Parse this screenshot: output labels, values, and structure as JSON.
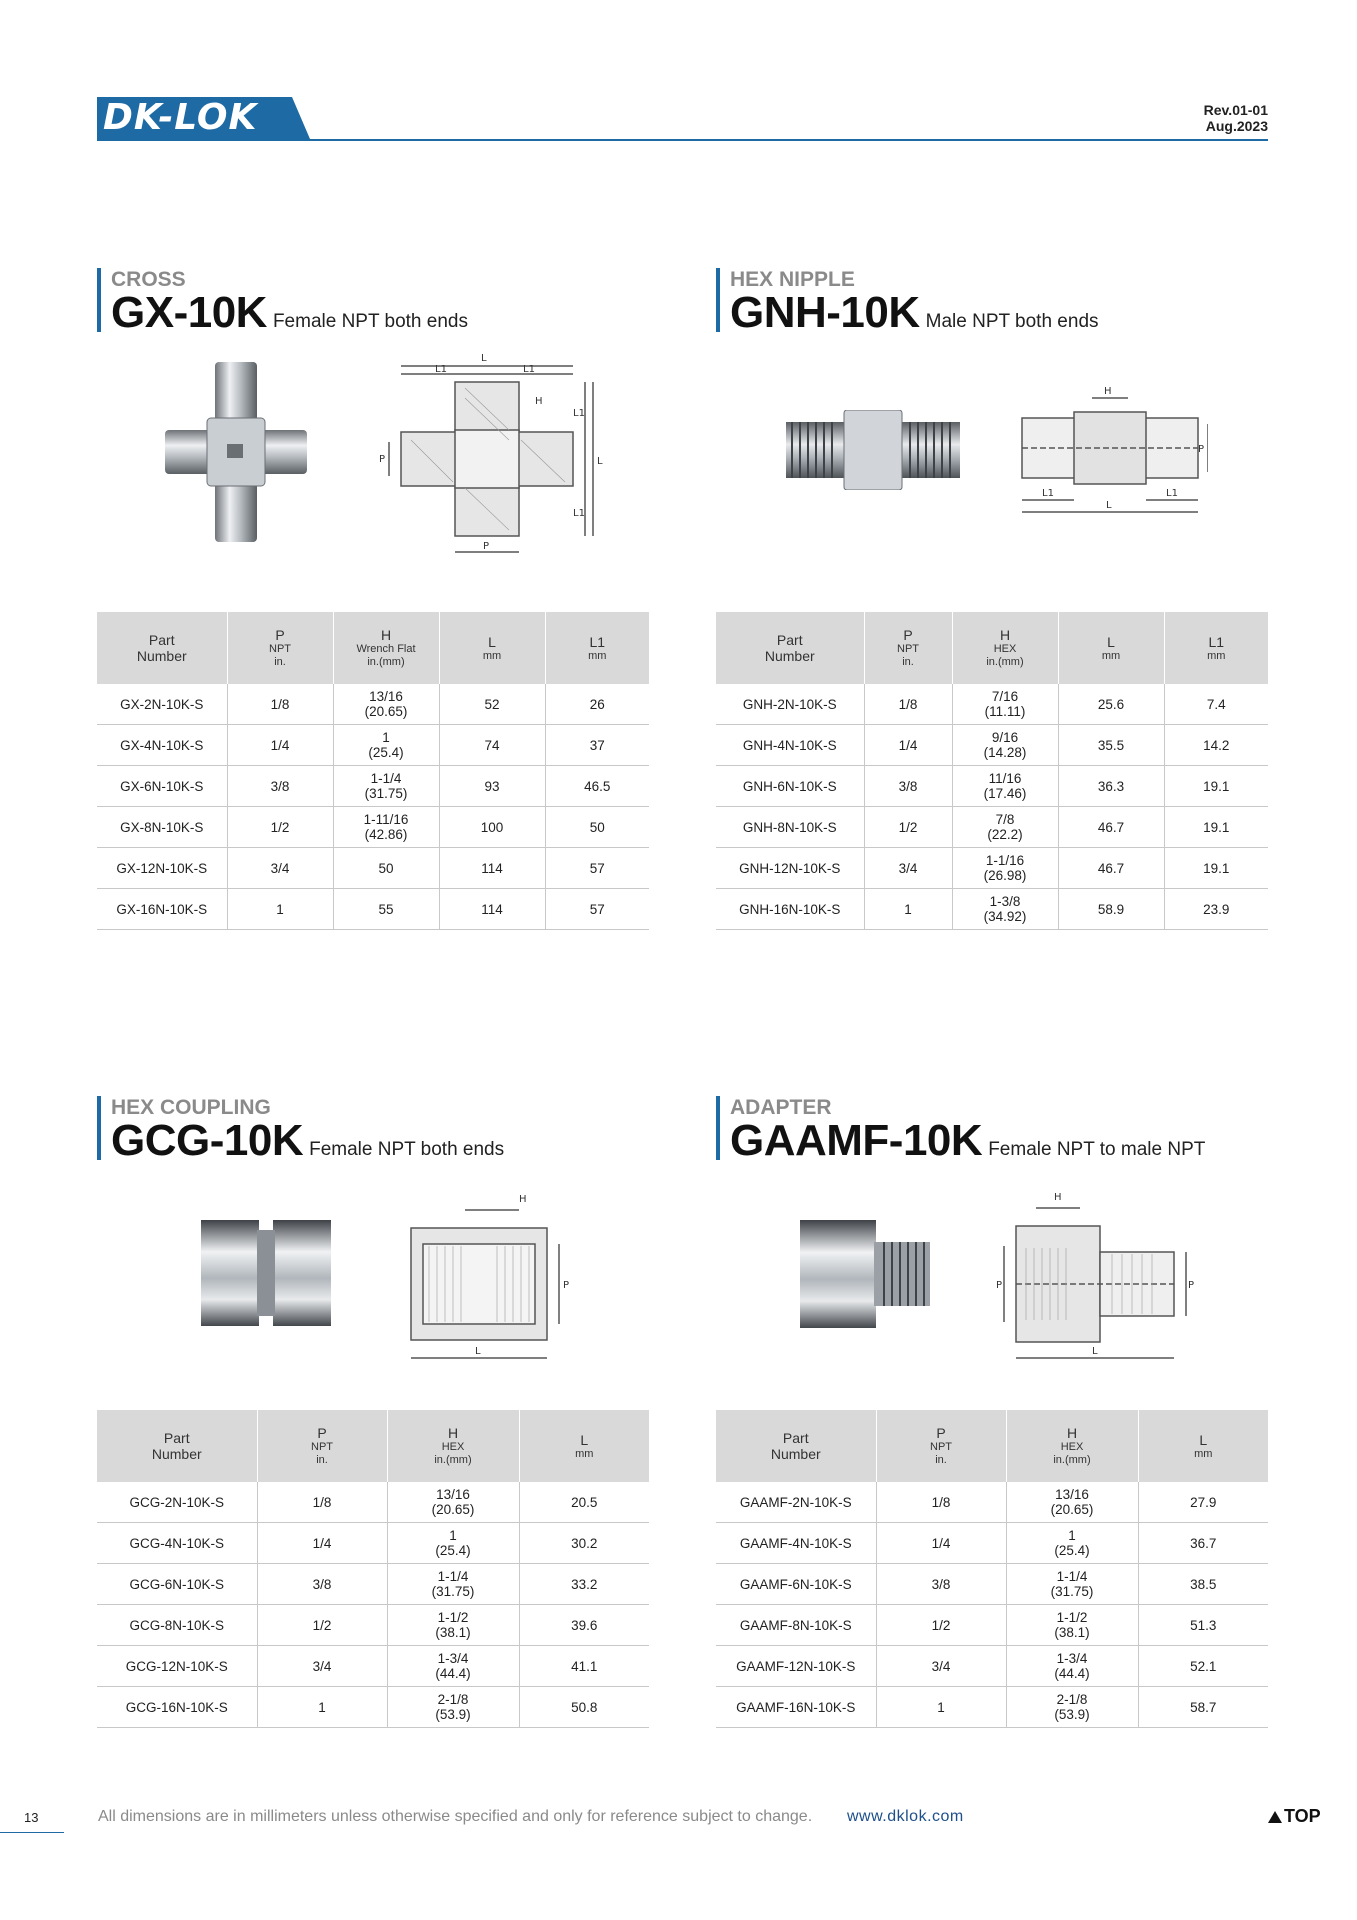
{
  "header": {
    "logo": "DK-LOK",
    "rev": "Rev.01-01",
    "date": "Aug.2023"
  },
  "colors": {
    "brand_blue": "#1d6aa5",
    "header_gray": "#d9d9d9"
  },
  "sections": [
    {
      "category": "CROSS",
      "code": "GX-10K",
      "desc": "Female NPT both ends",
      "drawing_labels": {
        "L": "L",
        "L1": "L1",
        "H": "H",
        "P": "P"
      },
      "table": {
        "headers": [
          {
            "main": "Part",
            "sub": "Number"
          },
          {
            "main": "P",
            "sub": "NPT",
            "sub2": "in."
          },
          {
            "main": "H",
            "sub": "Wrench Flat",
            "sub2": "in.(mm)"
          },
          {
            "main": "L",
            "sub": "mm"
          },
          {
            "main": "L1",
            "sub": "mm"
          }
        ],
        "rows": [
          [
            "GX-2N-10K-S",
            "1/8",
            "13/16",
            "(20.65)",
            "52",
            "26"
          ],
          [
            "GX-4N-10K-S",
            "1/4",
            "1",
            "(25.4)",
            "74",
            "37"
          ],
          [
            "GX-6N-10K-S",
            "3/8",
            "1-1/4",
            "(31.75)",
            "93",
            "46.5"
          ],
          [
            "GX-8N-10K-S",
            "1/2",
            "1-11/16",
            "(42.86)",
            "100",
            "50"
          ],
          [
            "GX-12N-10K-S",
            "3/4",
            "50",
            "",
            "114",
            "57"
          ],
          [
            "GX-16N-10K-S",
            "1",
            "55",
            "",
            "114",
            "57"
          ]
        ]
      }
    },
    {
      "category": "HEX NIPPLE",
      "code": "GNH-10K",
      "desc": "Male NPT both ends",
      "drawing_labels": {
        "L": "L",
        "L1": "L1",
        "H": "H",
        "P": "P"
      },
      "table": {
        "headers": [
          {
            "main": "Part",
            "sub": "Number"
          },
          {
            "main": "P",
            "sub": "NPT",
            "sub2": "in."
          },
          {
            "main": "H",
            "sub": "HEX",
            "sub2": "in.(mm)"
          },
          {
            "main": "L",
            "sub": "mm"
          },
          {
            "main": "L1",
            "sub": "mm"
          }
        ],
        "rows": [
          [
            "GNH-2N-10K-S",
            "1/8",
            "7/16",
            "(11.11)",
            "25.6",
            "7.4"
          ],
          [
            "GNH-4N-10K-S",
            "1/4",
            "9/16",
            "(14.28)",
            "35.5",
            "14.2"
          ],
          [
            "GNH-6N-10K-S",
            "3/8",
            "11/16",
            "(17.46)",
            "36.3",
            "19.1"
          ],
          [
            "GNH-8N-10K-S",
            "1/2",
            "7/8",
            "(22.2)",
            "46.7",
            "19.1"
          ],
          [
            "GNH-12N-10K-S",
            "3/4",
            "1-1/16",
            "(26.98)",
            "46.7",
            "19.1"
          ],
          [
            "GNH-16N-10K-S",
            "1",
            "1-3/8",
            "(34.92)",
            "58.9",
            "23.9"
          ]
        ]
      }
    },
    {
      "category": "HEX COUPLING",
      "code": "GCG-10K",
      "desc": "Female NPT both ends",
      "drawing_labels": {
        "L": "L",
        "H": "H",
        "P": "P"
      },
      "table": {
        "headers": [
          {
            "main": "Part",
            "sub": "Number"
          },
          {
            "main": "P",
            "sub": "NPT",
            "sub2": "in."
          },
          {
            "main": "H",
            "sub": "HEX",
            "sub2": "in.(mm)"
          },
          {
            "main": "L",
            "sub": "mm"
          }
        ],
        "rows": [
          [
            "GCG-2N-10K-S",
            "1/8",
            "13/16",
            "(20.65)",
            "20.5"
          ],
          [
            "GCG-4N-10K-S",
            "1/4",
            "1",
            "(25.4)",
            "30.2"
          ],
          [
            "GCG-6N-10K-S",
            "3/8",
            "1-1/4",
            "(31.75)",
            "33.2"
          ],
          [
            "GCG-8N-10K-S",
            "1/2",
            "1-1/2",
            "(38.1)",
            "39.6"
          ],
          [
            "GCG-12N-10K-S",
            "3/4",
            "1-3/4",
            "(44.4)",
            "41.1"
          ],
          [
            "GCG-16N-10K-S",
            "1",
            "2-1/8",
            "(53.9)",
            "50.8"
          ]
        ]
      }
    },
    {
      "category": "ADAPTER",
      "code": "GAAMF-10K",
      "desc": "Female NPT to male NPT",
      "drawing_labels": {
        "L": "L",
        "H": "H",
        "P": "P"
      },
      "table": {
        "headers": [
          {
            "main": "Part",
            "sub": "Number"
          },
          {
            "main": "P",
            "sub": "NPT",
            "sub2": "in."
          },
          {
            "main": "H",
            "sub": "HEX",
            "sub2": "in.(mm)"
          },
          {
            "main": "L",
            "sub": "mm"
          }
        ],
        "rows": [
          [
            "GAAMF-2N-10K-S",
            "1/8",
            "13/16",
            "(20.65)",
            "27.9"
          ],
          [
            "GAAMF-4N-10K-S",
            "1/4",
            "1",
            "(25.4)",
            "36.7"
          ],
          [
            "GAAMF-6N-10K-S",
            "3/8",
            "1-1/4",
            "(31.75)",
            "38.5"
          ],
          [
            "GAAMF-8N-10K-S",
            "1/2",
            "1-1/2",
            "(38.1)",
            "51.3"
          ],
          [
            "GAAMF-12N-10K-S",
            "3/4",
            "1-3/4",
            "(44.4)",
            "52.1"
          ],
          [
            "GAAMF-16N-10K-S",
            "1",
            "2-1/8",
            "(53.9)",
            "58.7"
          ]
        ]
      }
    }
  ],
  "footer": {
    "page_number": "13",
    "note": "All dimensions are in millimeters unless otherwise specified and only for reference subject to change.",
    "url": "www.dklok.com",
    "top_label": "TOP"
  }
}
